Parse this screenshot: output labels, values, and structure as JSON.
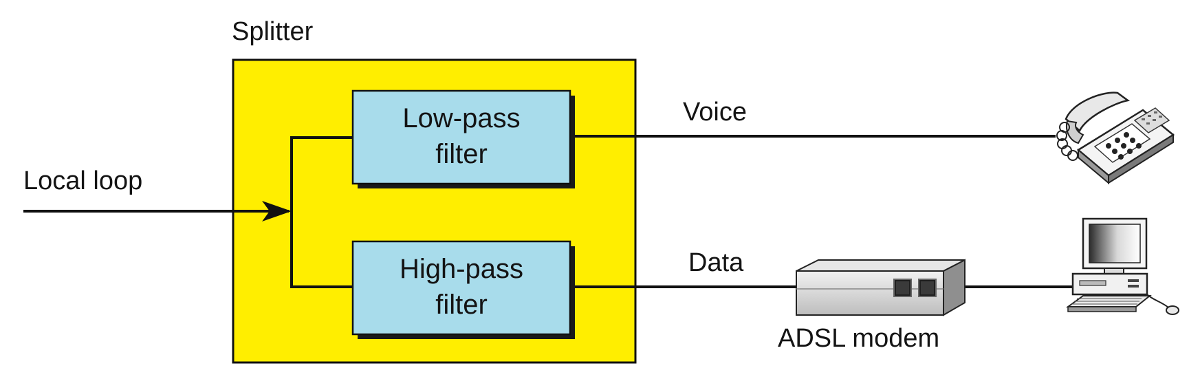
{
  "labels": {
    "splitter": "Splitter",
    "local_loop": "Local loop",
    "voice": "Voice",
    "data": "Data",
    "adsl_modem": "ADSL modem"
  },
  "filters": {
    "low_pass": {
      "line1": "Low-pass",
      "line2": "filter"
    },
    "high_pass": {
      "line1": "High-pass",
      "line2": "filter"
    }
  },
  "colors": {
    "splitter_fill": "#FFEE00",
    "filter_fill": "#A8DCEB",
    "line": "#111111",
    "shadow": "#1a1a1a"
  },
  "icons": {
    "telephone": "telephone-icon",
    "modem": "adsl-modem-icon",
    "computer": "desktop-computer-icon"
  }
}
